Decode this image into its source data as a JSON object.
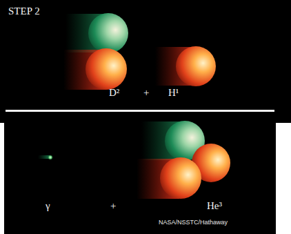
{
  "diagram": {
    "title": "STEP 2",
    "labels": [
      "D²",
      "+",
      "H¹",
      "γ",
      "+",
      "He³",
      "NASA/NSSTC/Hathaway"
    ]
  }
}
